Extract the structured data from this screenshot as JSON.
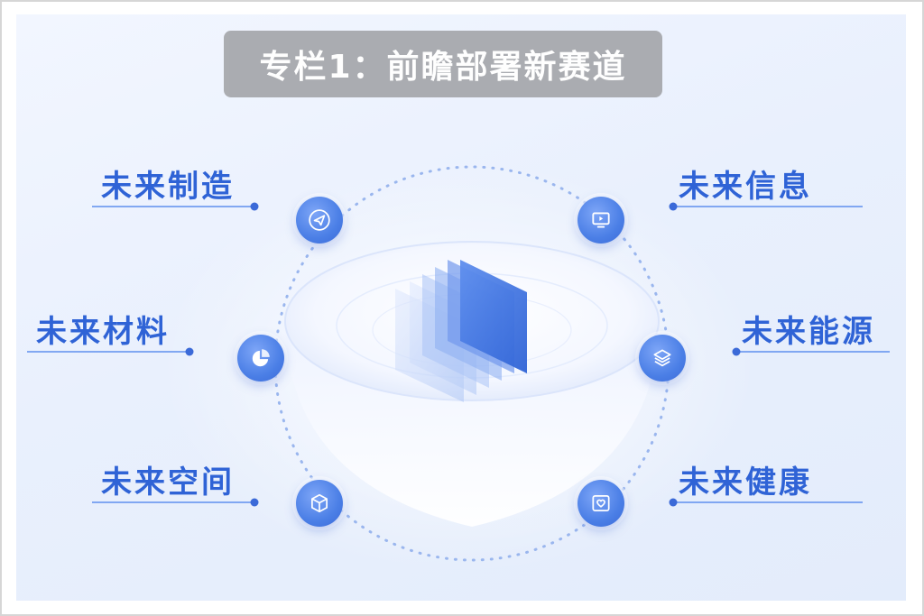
{
  "banner": {
    "title": "专栏1：前瞻部署新赛道"
  },
  "labels": {
    "manufacturing": "未来制造",
    "information": "未来信息",
    "materials": "未来材料",
    "energy": "未来能源",
    "space": "未来空间",
    "health": "未来健康"
  },
  "icons": {
    "manufacturing": "paper-plane-icon",
    "information": "monitor-play-icon",
    "materials": "pie-chart-icon",
    "energy": "layers-icon",
    "space": "cube-icon",
    "health": "heart-frame-icon"
  },
  "colors": {
    "accent": "#2f63d6",
    "node": "#4b7fe6",
    "banner": "#a7a9ad",
    "background": "#eaf0fd"
  }
}
